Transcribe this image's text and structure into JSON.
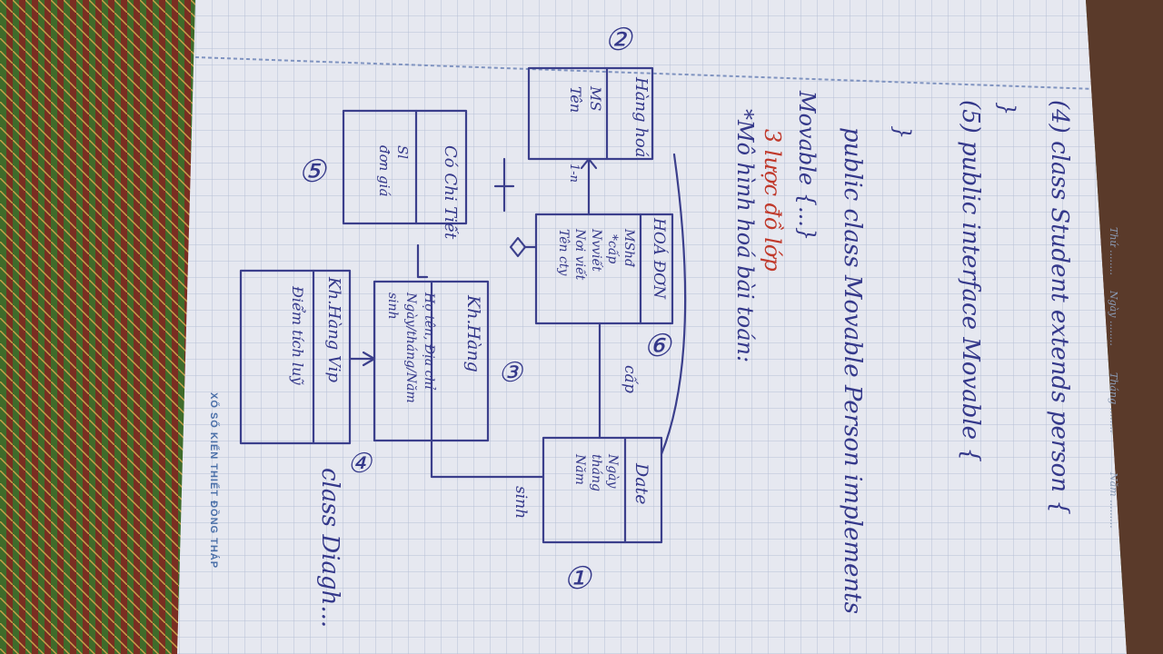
{
  "header": {
    "thu": "Thứ ........",
    "ngay": "Ngày ........",
    "thang": "Tháng ........",
    "nam": "Năm ........."
  },
  "code_lines": {
    "l4": "(4) class Student extends person {",
    "l4_close": "}",
    "l5": "(5) public interface Movable {",
    "l5_close": "}",
    "l6a": "public class Movable Person implements",
    "l6b": "Movable {...}"
  },
  "heading": {
    "red": "3 lược đồ lớp",
    "model": "*Mô hình hoá bài toán:"
  },
  "classes": {
    "hang_hoa": {
      "title": "Hàng hoá",
      "attrs": [
        "MS",
        "Tên"
      ]
    },
    "chi_tiet": {
      "title": "Có Chi Tiết",
      "attrs": [
        "Sl",
        "đơn giá"
      ]
    },
    "hoa_don": {
      "title": "HOÁ ĐƠN",
      "attrs": [
        "MShđ",
        "*cấp",
        "Nvviết",
        "Nơi viết",
        "Tên cty"
      ]
    },
    "kh_hang": {
      "title": "Kh.Hàng",
      "attrs": [
        "Họ tên, Địa chỉ",
        "Ngày/tháng/Năm",
        "sinh"
      ]
    },
    "kh_vip": {
      "title": "Kh.Hàng Vip",
      "attrs": [
        "Điểm tích luỹ"
      ]
    },
    "date": {
      "title": "Date",
      "attrs": [
        "Ngày",
        "tháng",
        "Năm"
      ]
    }
  },
  "labels": {
    "n1": "①",
    "n2": "②",
    "n3": "③",
    "n4": "④",
    "n5": "⑤",
    "n6": "⑥",
    "mult": "1-n",
    "cap": "cấp",
    "sinh": "sinh",
    "class_diagram": "class Diagh..."
  },
  "footer": "XỔ SỐ KIẾN THIẾT ĐỒNG THÁP"
}
